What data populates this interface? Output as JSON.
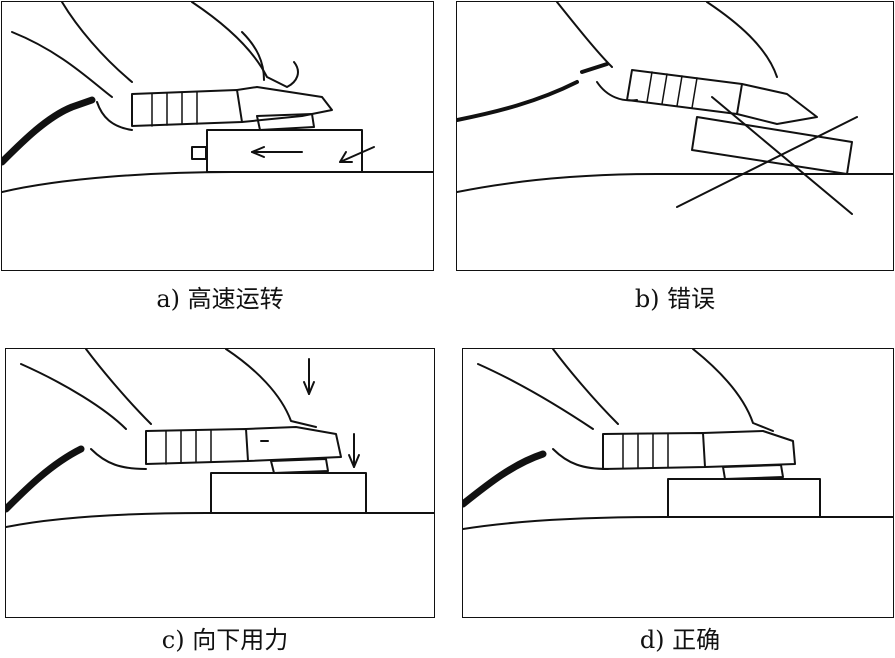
{
  "panels": [
    {
      "id": "a",
      "caption": "a) 高速运转"
    },
    {
      "id": "b",
      "caption": "b) 错误"
    },
    {
      "id": "c",
      "caption": "c) 向下用力"
    },
    {
      "id": "d",
      "caption": "d) 正确"
    }
  ],
  "colors": {
    "ink": "#111111",
    "paper": "#ffffff"
  }
}
